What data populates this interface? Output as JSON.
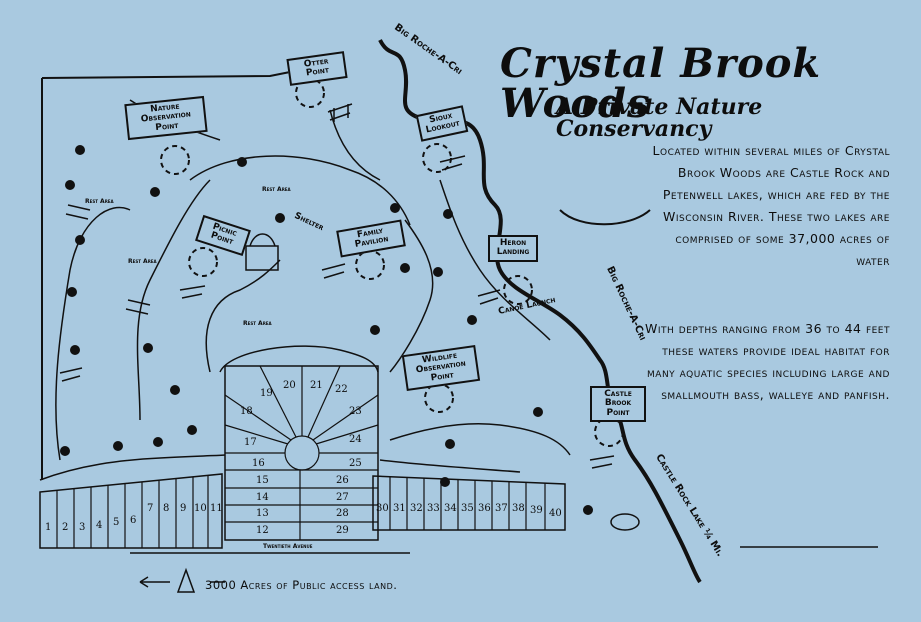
{
  "title": "Crystal Brook Woods",
  "subtitle": "A Private Nature Conservancy",
  "description": [
    "Located within several miles of Crystal Brook Woods are Castle Rock and Petenwell lakes, which are fed by the Wisconsin River. These two lakes are comprised of some 37,000 acres of water",
    "With depths ranging from 36 to 44 feet these waters provide ideal habitat for many aquatic species including large and smallmouth bass, walleye and panfish."
  ],
  "points": {
    "nature_observation": "Nature Observation Point",
    "otter": "Otter Point",
    "sioux": "Sioux Lookout",
    "picnic": "Picnic Point",
    "family_pavilion": "Family Pavilion",
    "heron": "Heron Landing",
    "wildlife": "Wildlife Observation Point",
    "castle_brook": "Castle Brook Point"
  },
  "labels": {
    "shelter": "Shelter",
    "canoe_launch": "Canoe Launch",
    "big_roche_1": "Big Roche-A-Cri",
    "big_roche_2": "Big Roche-A-Cri",
    "castle_rock": "Castle Rock Lake ¼ Mi.",
    "avenue": "Twentieth Avenue",
    "public_land": "3000 Acres of Public access land.",
    "rest_area": "Rest Area"
  },
  "lots": {
    "bottom": [
      "1",
      "2",
      "3",
      "4",
      "5",
      "6",
      "7",
      "8",
      "9",
      "10",
      "11"
    ],
    "bottom_right": [
      "30",
      "31",
      "32",
      "33",
      "34",
      "35",
      "36",
      "37",
      "38",
      "39",
      "40"
    ],
    "center_left": [
      "12",
      "13",
      "14",
      "15",
      "16",
      "17",
      "18",
      "19"
    ],
    "center_right": [
      "20",
      "21",
      "22",
      "23",
      "24",
      "25",
      "26",
      "27",
      "28",
      "29"
    ]
  }
}
